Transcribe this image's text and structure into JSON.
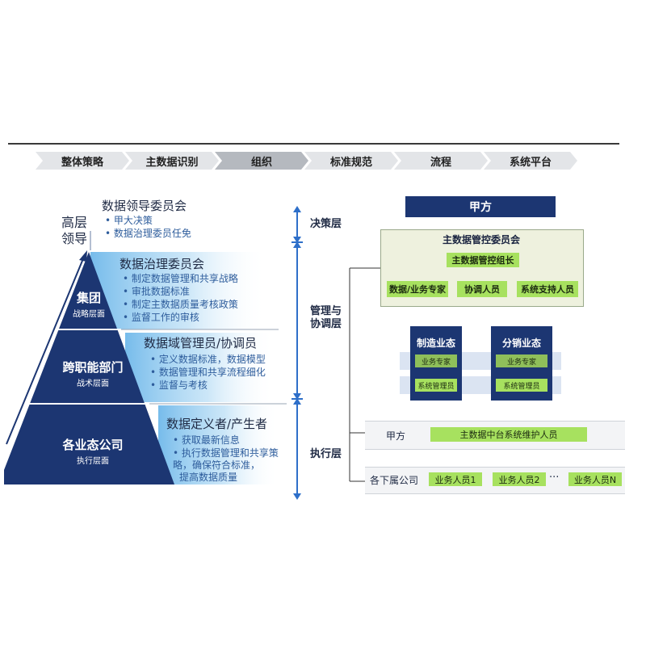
{
  "nav": {
    "steps": [
      "整体策略",
      "主数据识别",
      "组织",
      "标准规范",
      "流程",
      "系统平台"
    ],
    "active_index": 2
  },
  "pyramid": {
    "top_label_lines": [
      "高层",
      "领导"
    ],
    "leader": {
      "title": "数据领导委员会",
      "bullets": [
        "甲大决策",
        "数据治理委员任免"
      ]
    },
    "levels": [
      {
        "name": "集团",
        "sub": "战略层面",
        "role_title": "数据治理委员会",
        "bullets": [
          "制定数据管理和共享战略",
          "审批数据标准",
          "制定主数据质量考核政策",
          "监督工作的审核"
        ]
      },
      {
        "name": "跨职能部门",
        "sub": "战术层面",
        "role_title": "数据域管理员/协调员",
        "bullets": [
          "定义数据标准，数据模型",
          "数据管理和共享流程细化",
          "监督与考核"
        ]
      },
      {
        "name": "各业态公司",
        "sub": "执行层面",
        "role_title": "数据定义者/产生者",
        "bullets": [
          "获取最新信息",
          "执行数据管理和共享策略，确保符合标准，",
          "提高数据质量"
        ]
      }
    ]
  },
  "layers": {
    "decision": "决策层",
    "management": "管理与协调层",
    "execution": "执行层"
  },
  "org": {
    "party": "甲方",
    "committee": "主数据管控委员会",
    "leader_group": "主数据管控组长",
    "committee_members": [
      "数据/业务专家",
      "协调人员",
      "系统支持人员"
    ],
    "units": [
      {
        "name": "制造业态",
        "rows": [
          "业务专家",
          "系统管理员"
        ]
      },
      {
        "name": "分销业态",
        "rows": [
          "业务专家",
          "系统管理员"
        ]
      }
    ],
    "party_row": {
      "label": "甲方",
      "value": "主数据中台系统维护人员"
    },
    "sub_row": {
      "label": "各下属公司",
      "items": [
        "业务人员1",
        "业务人员2",
        "业务人员N"
      ],
      "ellipsis": "···"
    }
  },
  "colors": {
    "navy": "#1c3672",
    "green": "#a7e15f",
    "accent_blue": "#2e6fc9"
  }
}
